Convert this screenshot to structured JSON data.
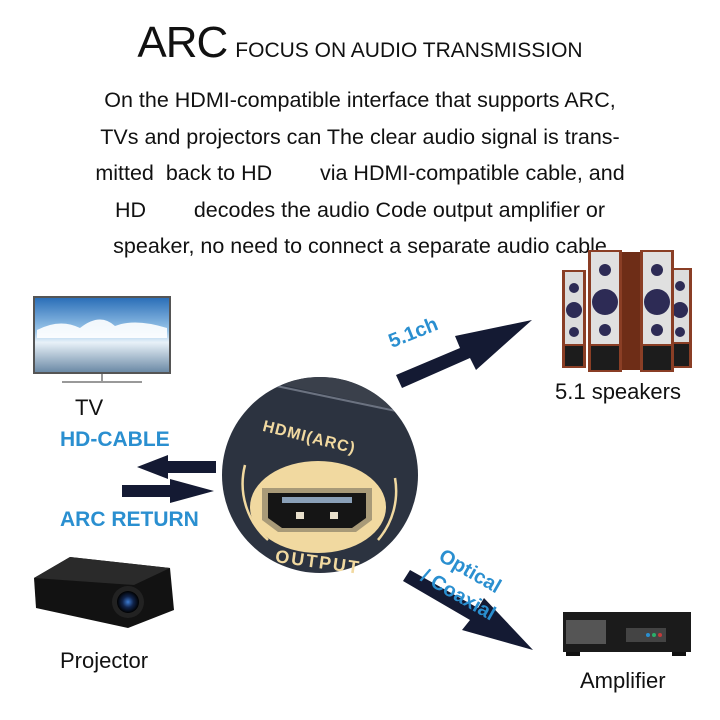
{
  "header": {
    "title": "ARC",
    "subtitle": "FOCUS ON AUDIO TRANSMISSION"
  },
  "description": {
    "lines": [
      "On the HDMI-compatible interface that supports ARC,",
      "TVs and projectors can The clear audio signal is trans-",
      "mitted  back to HD        via HDMI-compatible cable, and",
      "HD        decodes the audio Code output amplifier or",
      "speaker, no need to connect a separate audio cable"
    ]
  },
  "devices": {
    "tv": {
      "label": "TV",
      "icon": "tv-icon"
    },
    "projector": {
      "label": "Projector",
      "icon": "projector-icon"
    },
    "speakers": {
      "label": "5.1 speakers",
      "icon": "speakers-icon"
    },
    "amplifier": {
      "label": "Amplifier",
      "icon": "amplifier-icon"
    }
  },
  "connections": {
    "hd_cable": "HD-CABLE",
    "arc_return": "ARC RETURN",
    "channel_51": "5.1ch",
    "optical": "Optical",
    "coaxial": "/ Coaxial"
  },
  "port": {
    "top_label": "HDMI(ARC)",
    "bottom_label": "OUTPUT"
  },
  "colors": {
    "accent_blue": "#2a8fd0",
    "arrow": "#141a33",
    "port_panel": "#2c3340",
    "port_gold": "#f1d9a0"
  }
}
